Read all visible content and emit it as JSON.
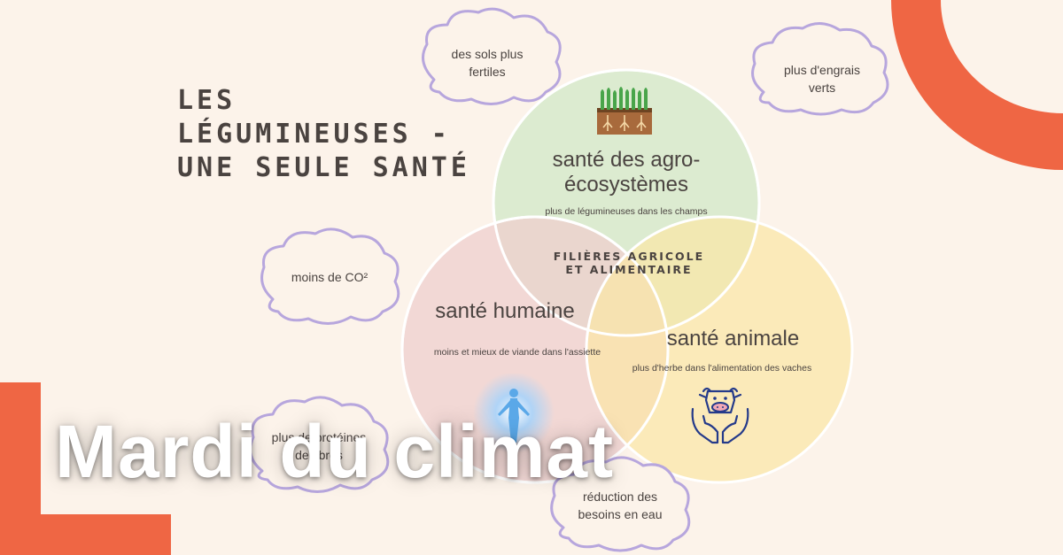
{
  "colors": {
    "background": "#fcf3ea",
    "accent": "#ef6644",
    "cloud_stroke": "#b7a6dd",
    "circle_agro": "#d6e9cb",
    "circle_humaine": "#efcfcd",
    "circle_animale": "#fbe6a6"
  },
  "title": {
    "line1": "LES",
    "line2": "LÉGUMINEUSES -",
    "line3": "UNE SEULE SANTÉ"
  },
  "circles": {
    "agro": {
      "title_line1": "santé des agro-",
      "title_line2": "écosystèmes",
      "subtitle": "plus de légumineuses dans les champs",
      "icon": "crops-soil-icon"
    },
    "humaine": {
      "title": "santé humaine",
      "subtitle": "moins et mieux de viande dans l'assiette",
      "icon": "glowing-person-icon"
    },
    "animale": {
      "title": "santé animale",
      "subtitle": "plus d'herbe dans l'alimentation des vaches",
      "icon": "cow-hands-icon"
    },
    "center_line1": "FILIÈRES AGRICOLE",
    "center_line2": "ET ALIMENTAIRE"
  },
  "clouds": {
    "sols": {
      "line1": "des sols plus",
      "line2": "fertiles"
    },
    "engrais": {
      "line1": "plus d'engrais",
      "line2": "verts"
    },
    "co2": {
      "line1": "moins de CO²"
    },
    "proteines": {
      "line1": "plus de protéines",
      "line2": "de fibres"
    },
    "eau": {
      "line1": "réduction des",
      "line2": "besoins en eau"
    }
  },
  "banner": {
    "title": "Mardi du climat"
  }
}
